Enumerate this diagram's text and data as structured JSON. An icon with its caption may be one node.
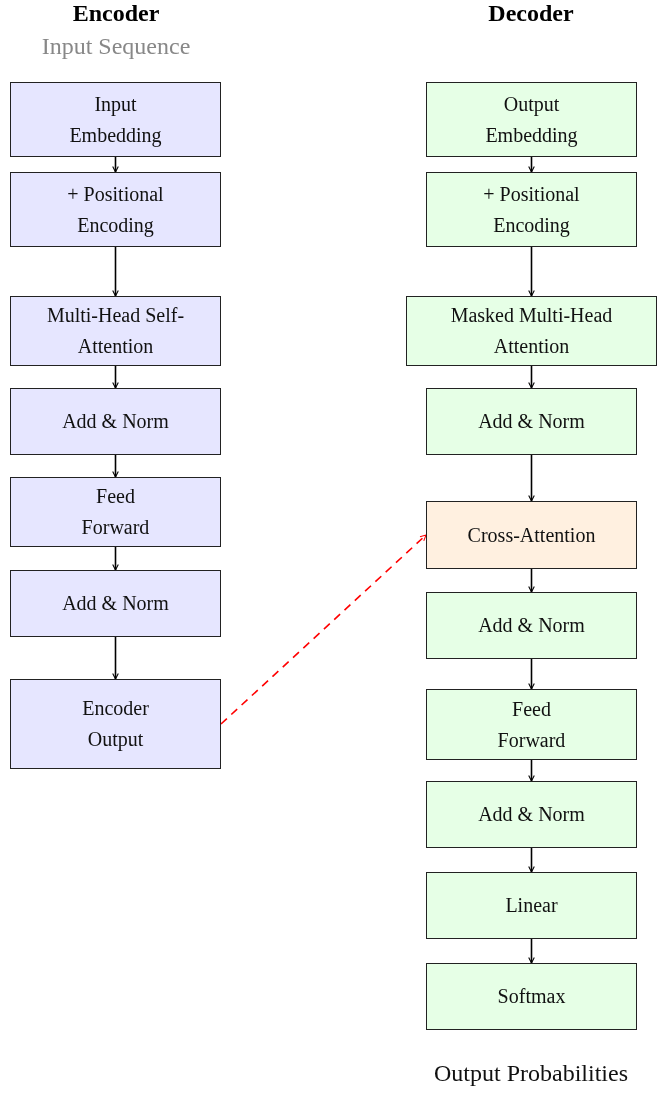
{
  "diagram": {
    "nodes": [
      {
        "text": [
          "Input Embedding"
        ]
      },
      {
        "text": [
          "+ Positional Encoding"
        ]
      },
      {
        "text": [
          "Multi-Head Self-Attention"
        ]
      },
      {
        "text": [
          "Add & Norm"
        ]
      },
      {
        "text": [
          "Feed Forward"
        ]
      },
      {
        "text": [
          "Add & Norm"
        ]
      },
      {
        "text": [
          "Encoder Output"
        ]
      },
      {
        "text": [
          "Output Embedding"
        ]
      },
      {
        "text": [
          "+ Positional Encoding"
        ]
      },
      {
        "text": [
          "Masked Multi-Head Attention"
        ]
      },
      {
        "text": [
          "Add & Norm"
        ]
      },
      {
        "text": [
          "Cross-Attention"
        ]
      },
      {
        "text": [
          "Add & Norm"
        ]
      },
      {
        "text": [
          "Feed Forward"
        ]
      },
      {
        "text": [
          "Add & Norm"
        ]
      },
      {
        "text": [
          "Linear"
        ]
      },
      {
        "text": [
          "Softmax"
        ]
      }
    ],
    "edges": [
      {
        "from": 0,
        "to": 1,
        "arrow": "to"
      },
      {
        "from": 1,
        "to": 2,
        "arrow": "to"
      },
      {
        "from": 2,
        "to": 3,
        "arrow": "to"
      },
      {
        "from": 3,
        "to": 4,
        "arrow": "to"
      },
      {
        "from": 4,
        "to": 5,
        "arrow": "to"
      },
      {
        "from": 5,
        "to": 6,
        "arrow": "to"
      },
      {
        "from": 7,
        "to": 8,
        "arrow": "to"
      },
      {
        "from": 8,
        "to": 9,
        "arrow": "to"
      },
      {
        "from": 9,
        "to": 10,
        "arrow": "to"
      },
      {
        "from": 10,
        "to": 11,
        "arrow": "to"
      },
      {
        "from": 11,
        "to": 12,
        "arrow": "to"
      },
      {
        "from": 12,
        "to": 13,
        "arrow": "to"
      },
      {
        "from": 13,
        "to": 14,
        "arrow": "to"
      },
      {
        "from": 14,
        "to": 15,
        "arrow": "to"
      },
      {
        "from": 15,
        "to": 16,
        "arrow": "to"
      },
      {
        "from": 6,
        "to": 11,
        "arrow": "to",
        "style": "dashed",
        "color": "#ff0000"
      }
    ],
    "labels": [
      "Encoder",
      "Decoder",
      "Input Sequence",
      "Output Probabilities"
    ]
  }
}
